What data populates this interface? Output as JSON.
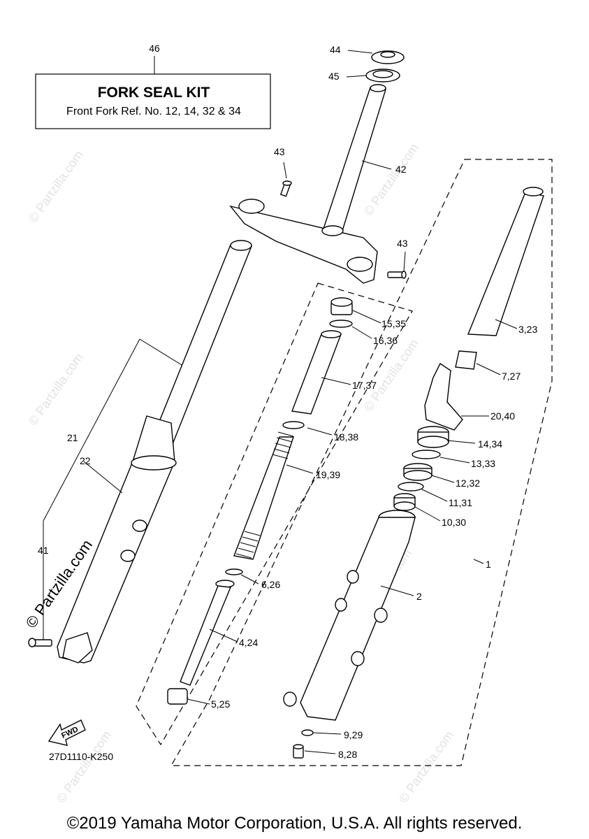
{
  "kit_box": {
    "ref": "46",
    "title": "FORK SEAL KIT",
    "subtitle": "Front Fork Ref. No. 12, 14, 32 & 34"
  },
  "callouts": {
    "c44": "44",
    "c45": "45",
    "c42": "42",
    "c43a": "43",
    "c43b": "43",
    "c15": "15,35",
    "c16": "16,36",
    "c3": "3,23",
    "c17": "17,37",
    "c7": "7,27",
    "c20": "20,40",
    "c18": "18,38",
    "c14": "14,34",
    "c13": "13,33",
    "c19": "19,39",
    "c12": "12,32",
    "c11": "11,31",
    "c10": "10,30",
    "c21": "21",
    "c22": "22",
    "c41": "41",
    "c1": "1",
    "c6": "6,26",
    "c2": "2",
    "c4": "4,24",
    "c5": "5,25",
    "c9": "9,29",
    "c8": "8,28"
  },
  "fwd_label": "FWD",
  "drawing_code": "27D1110-K250",
  "watermark": "© Partzilla.com",
  "copyright": "©2019 Yamaha Motor Corporation, U.S.A. All rights reserved."
}
